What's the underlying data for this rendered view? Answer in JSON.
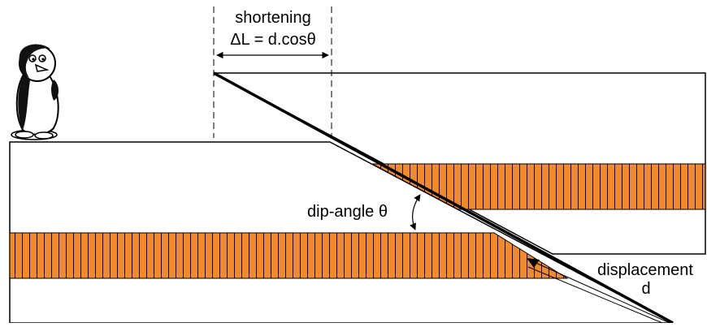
{
  "labels": {
    "shortening_title": "shortening",
    "shortening_formula": "ΔL = d.cosθ",
    "dip_angle": "dip-angle θ",
    "displacement": "displacement",
    "displacement_symbol": "d"
  },
  "colors": {
    "layer_fill": "#F08A2C",
    "line": "#000000",
    "background": "#ffffff"
  },
  "icons": {
    "mascot": "penguin-icon"
  }
}
